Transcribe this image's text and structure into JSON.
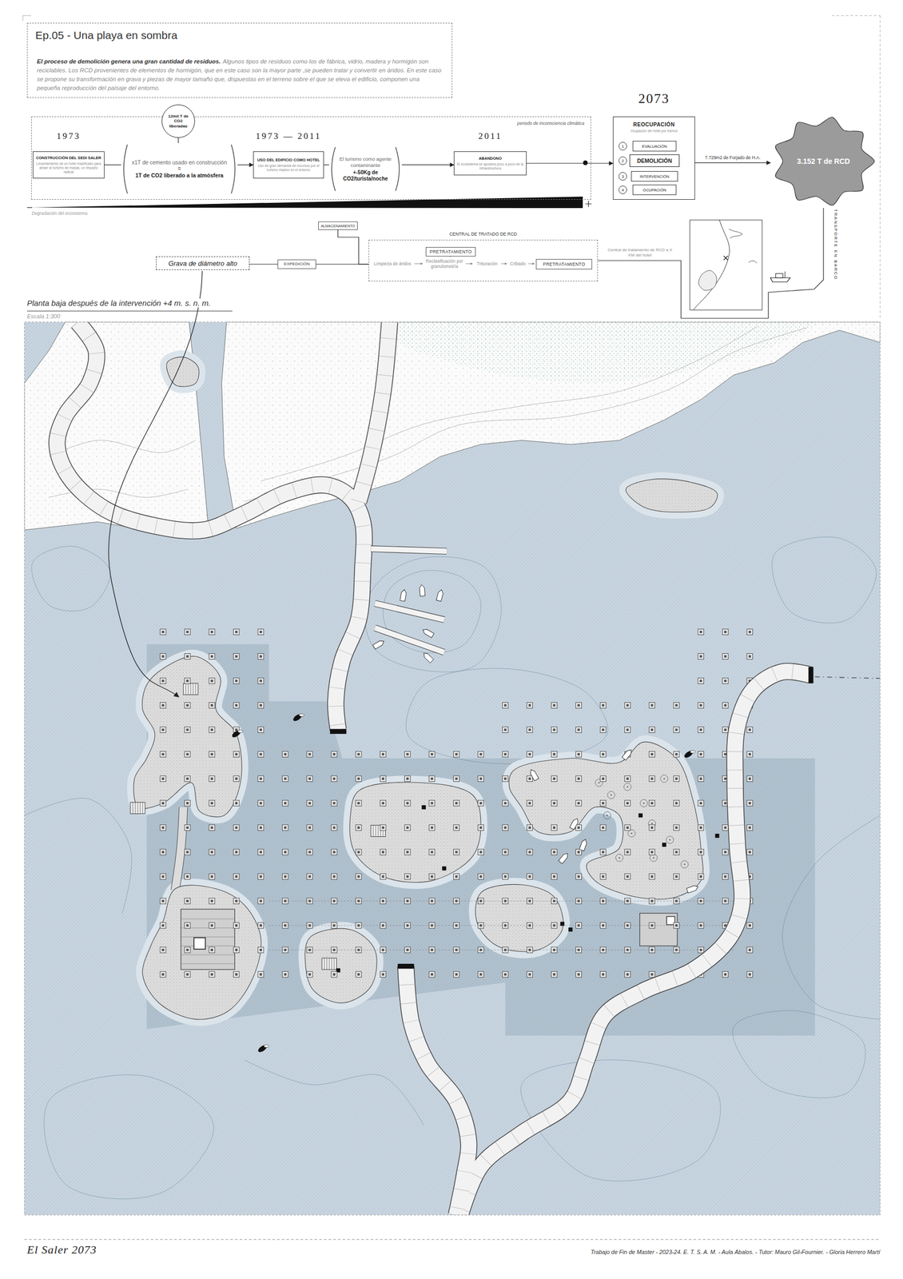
{
  "diagram": {
    "title": "Ep.05 - Una playa en sombra",
    "nodes": [
      {
        "text": [
          "El proceso de demolición genera una gran cantidad de residuos.",
          "Algunos tipos de residuos como los de fábrica, vidrio, madera y hormigón son reciclables. Los RCD provenientes de elementos de hormigón, que en este caso son la mayor parte ,se pueden tratar y convertir en áridos. En este caso se propone su transformación en grava y piezas de mayor tamaño que, dispuestas en el terreno sobre el que se eleva el edificio, componen una pequeña reproducción del paisaje del entorno."
        ]
      },
      {
        "text": [
          "periodo de inconsciencia climática",
          "Degradación del ecosistema"
        ]
      },
      {
        "text": [
          "1973",
          "CONSTRUCCIÓN DEL SEDI SALER",
          "Levantamiento de un hotel masificado para atraer al turismo de masas, un impacto radical"
        ],
        "in": 1
      },
      {
        "text": [
          "12mil T de CO2 liberadas"
        ],
        "in": 1
      },
      {
        "text": [
          "x1T de cemento usado en construcción",
          "=",
          "1T de CO2 liberado a la atmósfera"
        ],
        "in": 1
      },
      {
        "text": [
          "1973 — 2011",
          "USO DEL EDIFICIO COMO HOTEL",
          "Uso de gran demanda de recursos por el turismo masivo en el entorno"
        ],
        "in": 1
      },
      {
        "text": [
          "El turismo como agente contaminante",
          "+-50Kg de CO2/turista/noche"
        ],
        "in": 1
      },
      {
        "text": [
          "2011",
          "ABANDONO",
          "El ecosistema se apodera poco a poco de la infraestructura"
        ],
        "in": 1
      },
      {
        "text": [
          "2073",
          "REOCUPACIÓN",
          "Ocupación del hotel por tramos"
        ]
      },
      {
        "text": [
          "1"
        ],
        "in": 8
      },
      {
        "text": [
          "EVALUACIÓN"
        ],
        "in": 8
      },
      {
        "text": [
          "2"
        ],
        "in": 8
      },
      {
        "text": [
          "DEMOLICIÓN"
        ],
        "in": 8
      },
      {
        "text": [
          "3"
        ],
        "in": 8
      },
      {
        "text": [
          "INTERVENCIÓN"
        ],
        "in": 8
      },
      {
        "text": [
          "4"
        ],
        "in": 8
      },
      {
        "text": [
          "OCUPACIÓN"
        ],
        "in": 8
      },
      {
        "text": [
          "3.152 T de RCD"
        ]
      },
      {
        "text": [
          "CENTRAL DE TRATADO DE RCD"
        ]
      },
      {
        "text": [
          "PRETRATAMIENTO"
        ],
        "in": 18
      },
      {
        "text": [
          "PRETRATAMIENTO"
        ],
        "in": 18
      },
      {
        "text": [
          "ALMACENAMIENTO"
        ]
      },
      {
        "text": [
          "EXPEDICIÓN"
        ]
      },
      {
        "text": [
          "Grava de diámetro alto"
        ]
      }
    ],
    "edges": [
      {
        "from": 2,
        "to": 4,
        "arrow": "none"
      },
      {
        "from": 3,
        "to": 4,
        "arrow": "none"
      },
      {
        "from": 4,
        "to": 5,
        "arrow": "to"
      },
      {
        "from": 5,
        "to": 6,
        "arrow": "none"
      },
      {
        "from": 6,
        "to": 7,
        "arrow": "to"
      },
      {
        "from": 7,
        "to": 8,
        "arrow": "to"
      },
      {
        "from": 8,
        "to": 17,
        "label": "7.729m2 de Forjado de H.A.",
        "arrow": "to"
      },
      {
        "from": 17,
        "to": 18,
        "label": "TRANSPORTE EN BARCO",
        "arrow": "none"
      },
      {
        "from": 18,
        "to": 21,
        "arrow": "none"
      },
      {
        "from": 18,
        "to": 22,
        "arrow": "none"
      },
      {
        "from": 22,
        "to": 23,
        "arrow": "none"
      }
    ],
    "labels": [
      "Limpieza de áridos",
      "Reclasificación por granulometría",
      "Trituración",
      "Cribado",
      "Central de tratamiento de RCD a X KM del hotel",
      "Planta baja después de la intervención +4 m. s. n. m.",
      "Escala 1:300",
      "El Saler 2073",
      "Trabajo de Fin de Master - 2023-24. E. T. S. A. M. - Aula Ábalos. - Tutor: Mauro Gil-Fournier. - Gloria Herrero Martí"
    ]
  }
}
